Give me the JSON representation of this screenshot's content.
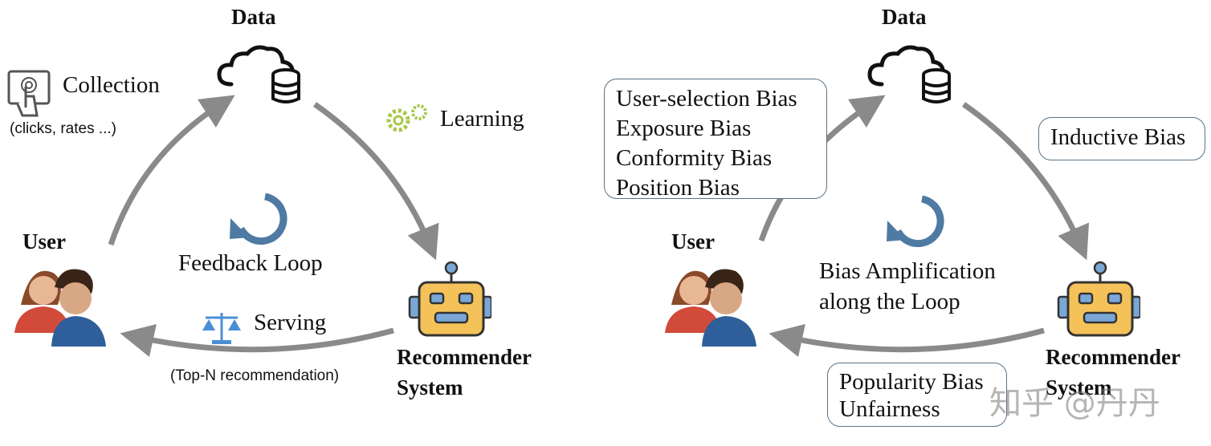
{
  "left_panel": {
    "data_label": "Data",
    "user_label": "User",
    "system_label_line1": "Recommender",
    "system_label_line2": "System",
    "collection_label": "Collection",
    "collection_sub": "(clicks, rates ...)",
    "learning_label": "Learning",
    "feedback_loop_label": "Feedback Loop",
    "serving_label": "Serving",
    "serving_sub": "(Top-N recommendation)"
  },
  "right_panel": {
    "data_label": "Data",
    "user_label": "User",
    "system_label_line1": "Recommender",
    "system_label_line2": "System",
    "data_biases": [
      "User-selection Bias",
      "Exposure Bias",
      "Conformity Bias",
      "Position Bias"
    ],
    "inductive_bias": "Inductive Bias",
    "amplification_line1": "Bias Amplification",
    "amplification_line2": "along the Loop",
    "serving_biases": [
      "Popularity Bias",
      "Unfairness"
    ]
  },
  "watermark": "知乎 @丹丹",
  "colors": {
    "arrow": "#8a8a8a",
    "loop_arrow": "#4f7aa3",
    "robot_face": "#f5c25a",
    "robot_accent": "#7aa7d6",
    "gear": "#a8c84a",
    "box_border": "#5a7387"
  }
}
